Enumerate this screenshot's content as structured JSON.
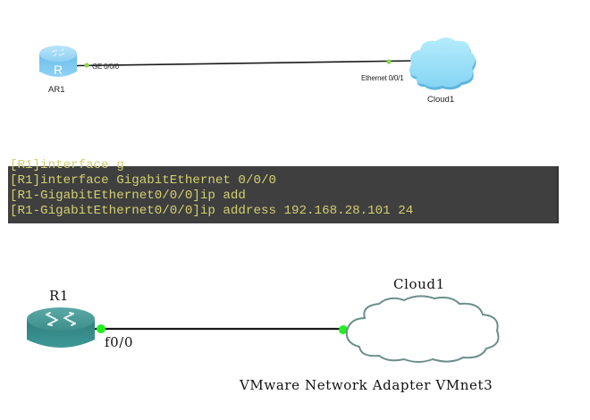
{
  "top_topology": {
    "router": {
      "name": "AR1",
      "icon_letter": "R",
      "port_label": "GE 0/0/0",
      "icon": "router-icon"
    },
    "cloud": {
      "name": "Cloud1",
      "port_label": "Ethernet 0/0/1",
      "icon": "cloud-icon"
    },
    "colors": {
      "router_fill": "#7cc4ee",
      "cloud_fill": "#9fe0f8",
      "port_dot": "#8fd44a",
      "link": "#1a1a1a"
    }
  },
  "terminal": {
    "lines": [
      "[R1]interface g",
      "[R1]interface GigabitEthernet 0/0/0",
      "[R1-GigabitEthernet0/0/0]ip add",
      "[R1-GigabitEthernet0/0/0]ip address 192.168.28.101 24"
    ],
    "colors": {
      "background": "#3f3f3f",
      "text": "#d2d071"
    }
  },
  "bottom_topology": {
    "router": {
      "name": "R1",
      "port_label": "f0/0",
      "icon": "router-icon"
    },
    "cloud": {
      "name": "Cloud1",
      "adapter_label": "VMware Network Adapter VMnet3",
      "icon": "cloud-icon"
    },
    "colors": {
      "router_fill": "#3a8f8c",
      "cloud_stroke": "#6a8f8a",
      "port_dot": "#22ee22",
      "link": "#1a1a1a"
    }
  }
}
